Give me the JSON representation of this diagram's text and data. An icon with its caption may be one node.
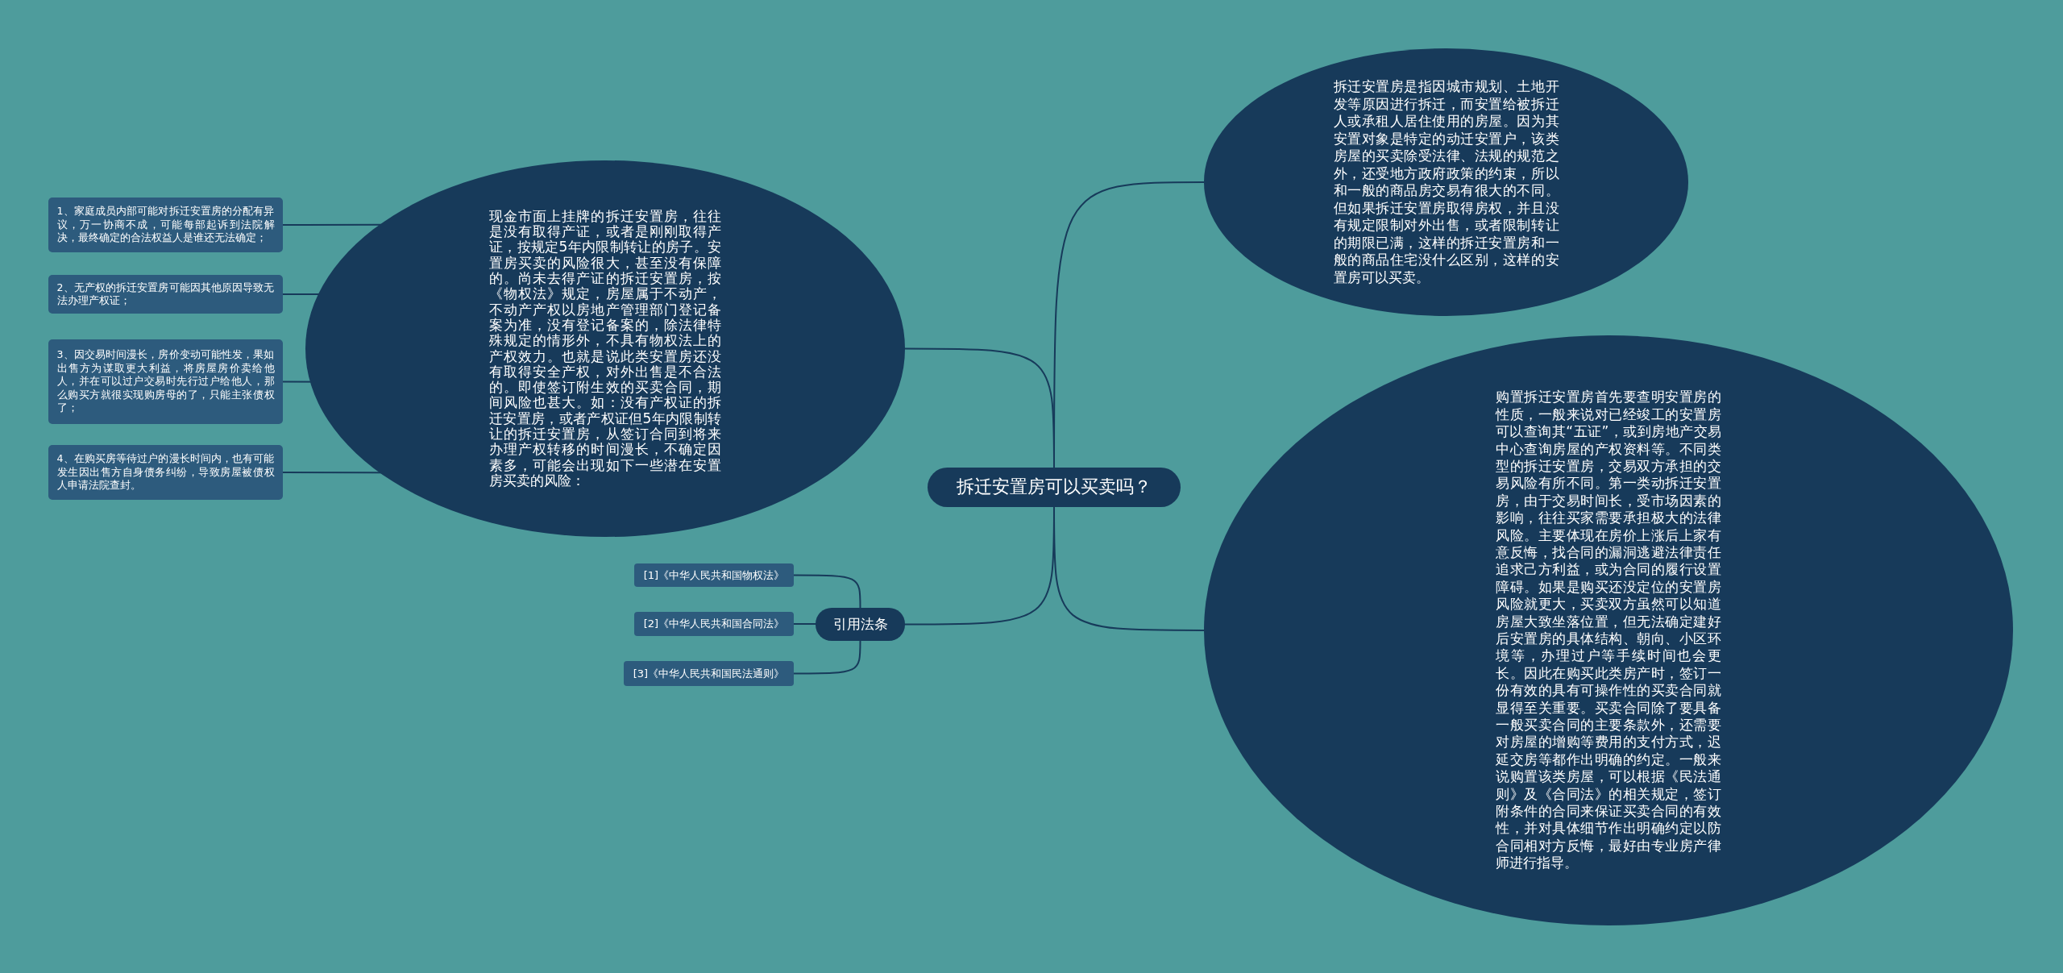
{
  "diagram": {
    "nodes": [
      {
        "text": [
          "拆迁安置房可以买卖吗？"
        ]
      },
      {
        "text": [
          "现金市面上挂牌的拆迁安置房，往往是没有取得产证，或者是刚刚取得产证，按规定5年内限制转让的房子。安置房买卖的风险很大，甚至没有保障的。尚未去得产证的拆迁安置房，按《物权法》规定，房屋属于不动产，不动产产权以房地产管理部门登记备案为准，没有登记备案的，除法律特殊规定的情形外，不具有物权法上的产权效力。也就是说此类安置房还没有取得安全产权，对外出售是不合法的。即使签订附生效的买卖合同，期间风险也甚大。如：没有产权证的拆迁安置房，或者产权证但5年内限制转让的拆迁安置房，从签订合同到将来办理产权转移的时间漫长，不确定因素多，可能会出现如下一些潜在安置房买卖的风险："
        ]
      },
      {
        "text": [
          "1、家庭成员内部可能对拆迁安置房的分配有异议，万一协商不成，可能每部起诉到法院解决，最终确定的合法权益人是谁还无法确定；"
        ]
      },
      {
        "text": [
          "2、无产权的拆迁安置房可能因其他原因导致无法办理产权证；"
        ]
      },
      {
        "text": [
          "3、因交易时间漫长，房价变动可能性发，果如出售方为谋取更大利益，将房屋房价卖给他人，并在可以过户交易时先行过户给他人，那么购买方就很实现购房母的了，只能主张债权了；"
        ]
      },
      {
        "text": [
          "4、在购买房等待过户的漫长时间内，也有可能发生因出售方自身债务纠纷，导致房屋被债权人申请法院查封。"
        ]
      },
      {
        "text": [
          "引用法条"
        ]
      },
      {
        "text": [
          "[1]《中华人民共和国物权法》"
        ]
      },
      {
        "text": [
          "[2]《中华人民共和国合同法》"
        ]
      },
      {
        "text": [
          "[3]《中华人民共和国民法通则》"
        ]
      },
      {
        "text": [
          "拆迁安置房是指因城市规划、土地开发等原因进行拆迁，而安置给被拆迁人或承租人居住使用的房屋。因为其安置对象是特定的动迁安置户，该类房屋的买卖除受法律、法规的规范之外，还受地方政府政策的约束，所以和一般的商品房交易有很大的不同。但如果拆迁安置房取得房权，并且没有规定限制对外出售，或者限制转让的期限已满，这样的拆迁安置房和一般的商品住宅没什么区别，这样的安置房可以买卖。"
        ]
      },
      {
        "text": [
          "购置拆迁安置房首先要查明安置房的性质，一般来说对已经竣工的安置房可以查询其“五证”，或到房地产交易中心查询房屋的产权资料等。不同类型的拆迁安置房，交易双方承担的交易风险有所不同。第一类动拆迁安置房，由于交易时间长，受市场因素的影响，往往买家需要承担极大的法律风险。主要体现在房价上涨后上家有意反悔，找合同的漏洞逃避法律责任追求己方利益，或为合同的履行设置障碍。如果是购买还没定位的安置房风险就更大，买卖双方虽然可以知道房屋大致坐落位置，但无法确定建好后安置房的具体结构、朝向、小区环境等，办理过户等手续时间也会更长。因此在购买此类房产时，签订一份有效的具有可操作性的买卖合同就显得至关重要。买卖合同除了要具备一般买卖合同的主要条款外，还需要对房屋的增购等费用的支付方式，迟延交房等都作出明确的约定。一般来说购置该类房屋，可以根据《民法通则》及《合同法》的相关规定，签订附条件的合同来保证买卖合同的有效性，并对具体细节作出明确约定以防合同相对方反悔，最好由专业房产律师进行指导。"
        ]
      }
    ],
    "edges": [
      {
        "from": 0,
        "to": 1,
        "arrow": "none"
      },
      {
        "from": 1,
        "to": 2,
        "arrow": "none"
      },
      {
        "from": 1,
        "to": 3,
        "arrow": "none"
      },
      {
        "from": 1,
        "to": 4,
        "arrow": "none"
      },
      {
        "from": 1,
        "to": 5,
        "arrow": "none"
      },
      {
        "from": 0,
        "to": 6,
        "arrow": "none"
      },
      {
        "from": 6,
        "to": 7,
        "arrow": "none"
      },
      {
        "from": 6,
        "to": 8,
        "arrow": "none"
      },
      {
        "from": 6,
        "to": 9,
        "arrow": "none"
      },
      {
        "from": 0,
        "to": 10,
        "arrow": "none"
      },
      {
        "from": 0,
        "to": 11,
        "arrow": "none"
      }
    ]
  }
}
